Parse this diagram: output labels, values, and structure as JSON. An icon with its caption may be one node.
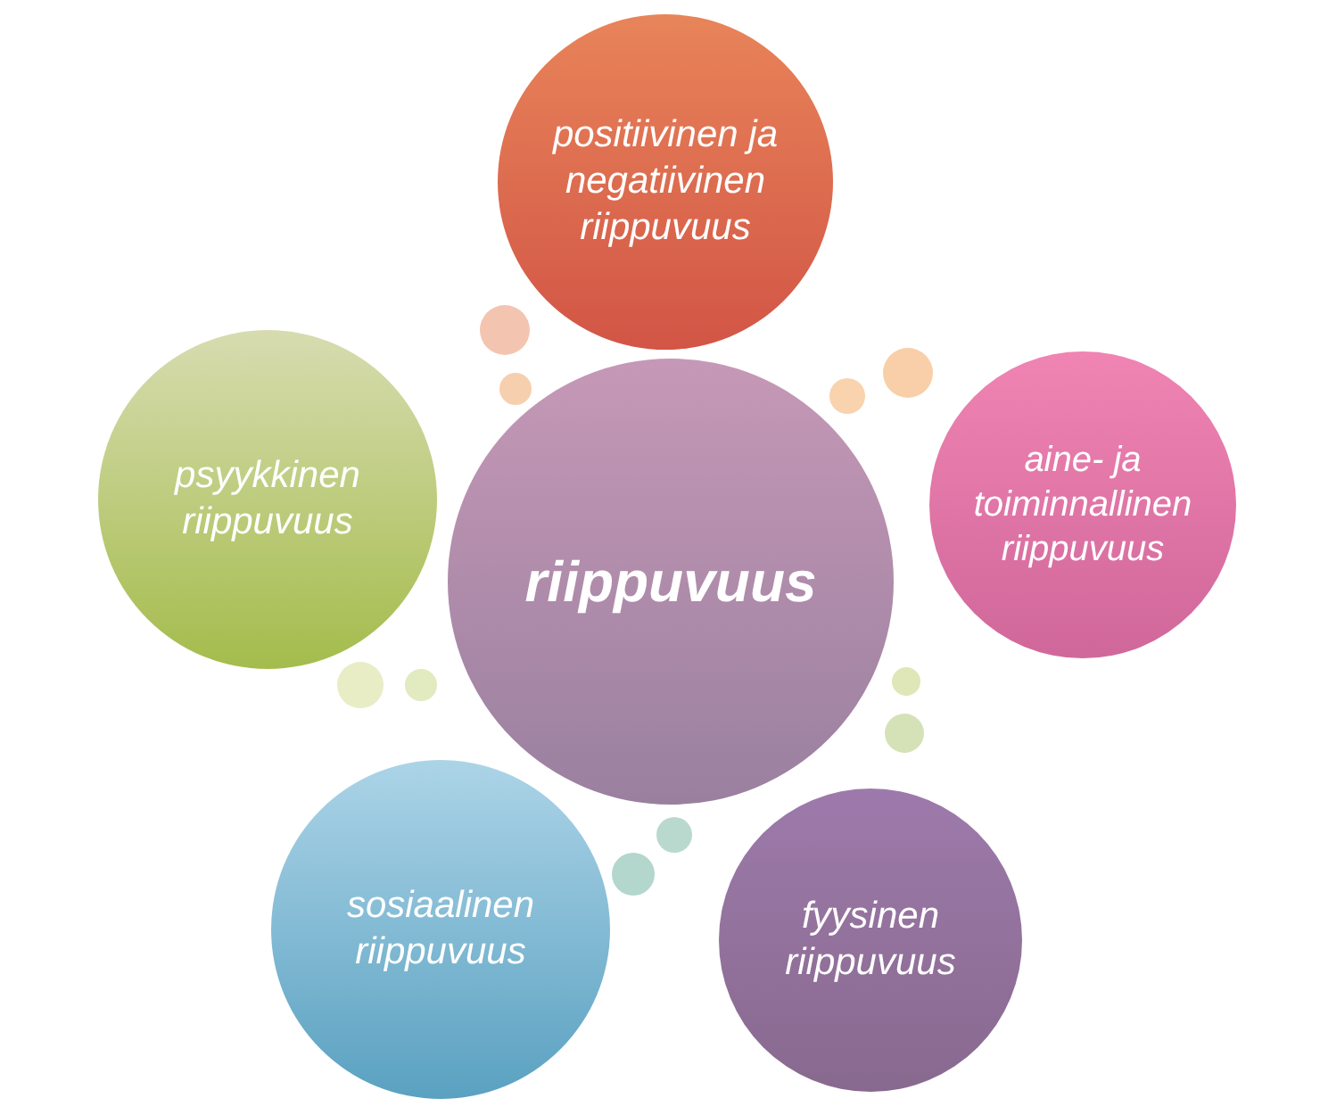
{
  "diagram": {
    "nodes": [
      {
        "text": [
          "riippuvuus"
        ]
      },
      {
        "text": [
          "positiivinen ja negatiivinen riippuvuus"
        ]
      },
      {
        "text": [
          "aine- ja toiminnallinen riippuvuus"
        ]
      },
      {
        "text": [
          "fyysinen riippuvuus"
        ]
      },
      {
        "text": [
          "sosiaalinen riippuvuus"
        ]
      },
      {
        "text": [
          "psyykkinen riippuvuus"
        ]
      }
    ]
  }
}
